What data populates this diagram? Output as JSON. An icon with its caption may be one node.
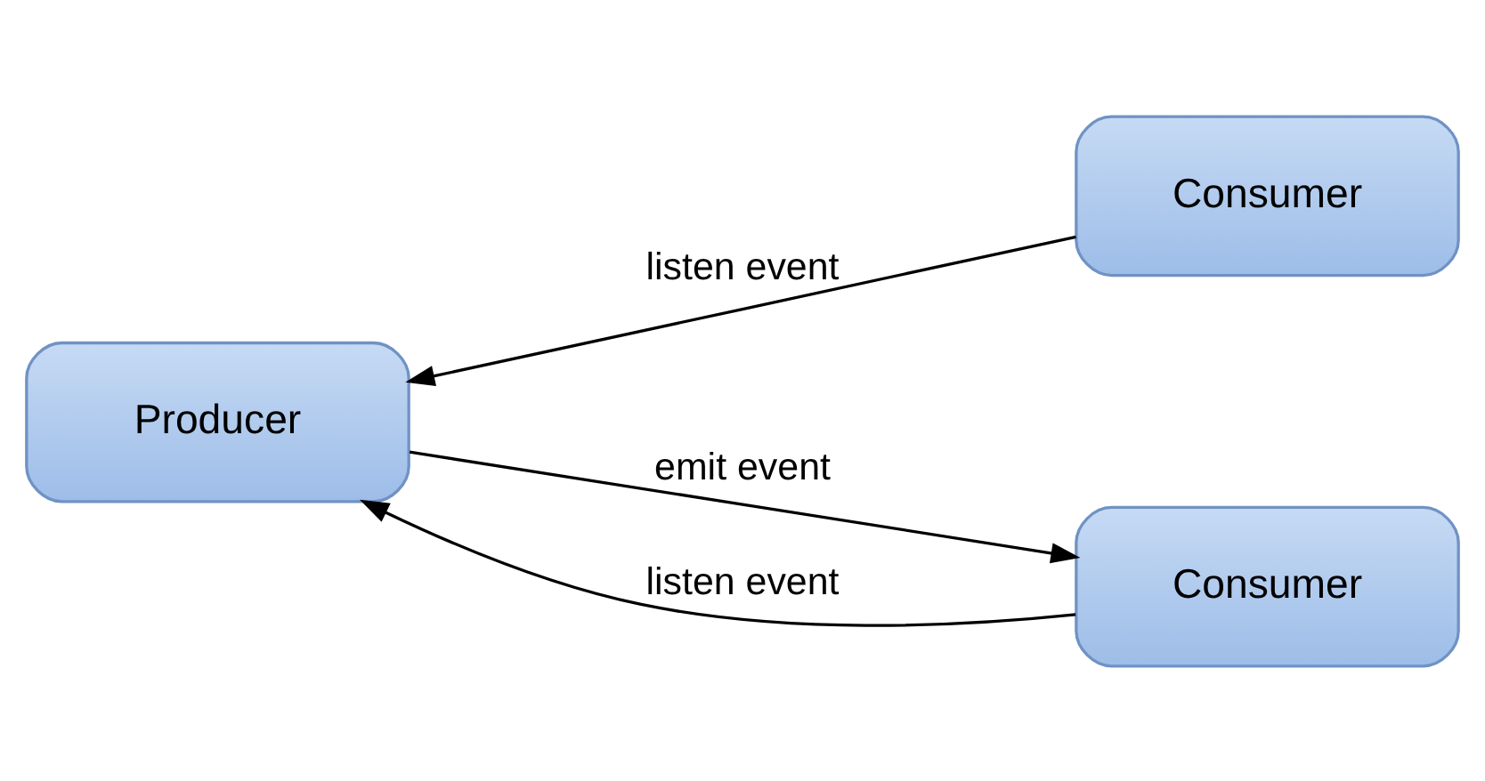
{
  "diagram": {
    "nodes": [
      {
        "text": [
          "Consumer"
        ]
      },
      {
        "text": [
          "Producer"
        ]
      },
      {
        "text": [
          "Consumer"
        ]
      }
    ],
    "edges": [
      {
        "from": 0,
        "to": 1,
        "arrow": "to",
        "label": "listen event"
      },
      {
        "from": 1,
        "to": 2,
        "arrow": "to",
        "label": "emit event"
      },
      {
        "from": 2,
        "to": 1,
        "arrow": "to",
        "label": "listen event"
      }
    ]
  }
}
